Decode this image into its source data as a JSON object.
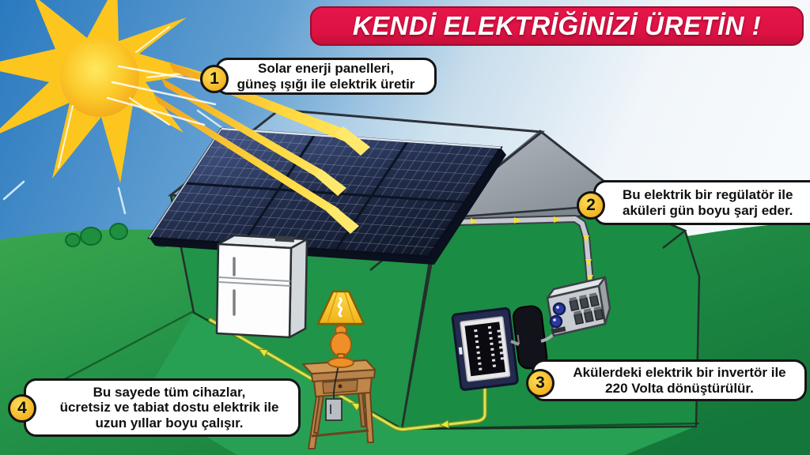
{
  "title": {
    "text": "KENDİ ELEKTRİĞİNİZİ ÜRETİN !"
  },
  "callouts": [
    {
      "number": "1",
      "lines": [
        "Solar enerji panelleri,",
        "güneş ışığı ile elektrik üretir"
      ]
    },
    {
      "number": "2",
      "lines": [
        "Bu elektrik bir regülatör ile",
        "aküleri gün boyu şarj eder."
      ]
    },
    {
      "number": "3",
      "lines": [
        "Akülerdeki elektrik bir invertör ile",
        "220 Volta dönüştürülür."
      ]
    },
    {
      "number": "4",
      "lines": [
        "Bu sayede tüm cihazlar,",
        "ücretsiz ve tabiat dostu elektrik ile",
        "uzun yıllar boyu çalışır."
      ]
    }
  ],
  "scene": {
    "sun_icon": "sun",
    "sunbeam_icon": "sun-rays",
    "solar_panel_icon": "solar-panel-array",
    "house_icon": "house-cutaway",
    "refrigerator_icon": "refrigerator",
    "lamp_icon": "table-lamp",
    "table_icon": "side-table",
    "distribution_panel_icon": "breaker-panel",
    "battery_icon": "battery",
    "regulator_icon": "charge-regulator",
    "wire_icon": "electric-wire"
  },
  "colors": {
    "banner_red": "#e5164a",
    "callout_number_yellow": "#f2b01f",
    "sky_blue": "#2b7cc2",
    "grass_green": "#1e9348",
    "panel_navy": "#1d2742",
    "roof_gray": "#9aa3ab",
    "sun_yellow": "#fdc71e",
    "beam_yellow": "#fbc42c",
    "wire_yellow_green": "#d9e85c"
  }
}
